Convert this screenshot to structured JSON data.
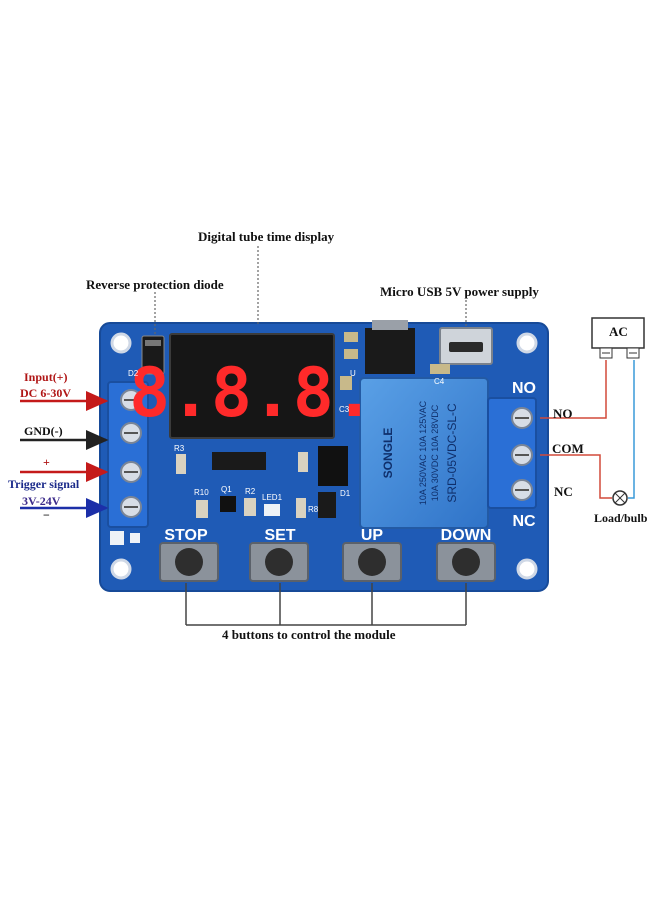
{
  "callouts": {
    "display": "Digital tube time display",
    "diode": "Reverse protection diode",
    "usb": "Micro USB 5V power supply",
    "buttons_note": "4 buttons to control the module"
  },
  "inputs": {
    "input_plus": "Input(+)",
    "dc_range": "DC 6-30V",
    "gnd": "GND(-)",
    "plus_sign": "+",
    "trigger": "Trigger signal",
    "trigger_range": "3V-24V",
    "minus_sign": "−"
  },
  "outputs": {
    "no": "NO",
    "com": "COM",
    "nc": "NC",
    "ac": "AC",
    "load": "Load/bulb"
  },
  "board": {
    "display_digits": "8.8.8.",
    "btn_stop": "STOP",
    "btn_set": "SET",
    "btn_up": "UP",
    "btn_down": "DOWN",
    "terminal_no": "NO",
    "terminal_nc": "NC",
    "relay_brand": "SONGLE",
    "relay_line1": "10A 250VAC  10A 125VAC",
    "relay_line2": "10A 30VDC  10A 28VDC",
    "relay_model": "SRD-05VDC-SL-C",
    "ref_d2": "D2",
    "ref_r3": "R3",
    "ref_r10": "R10",
    "ref_q1": "Q1",
    "ref_r2": "R2",
    "ref_led1": "LED1",
    "ref_r8": "R8",
    "ref_d1": "D1",
    "ref_c3": "C3",
    "ref_c4": "C4",
    "ref_u": "U"
  },
  "colors": {
    "pcb": "#1f5bb6",
    "terminal": "#2a6fd6",
    "relay": "#3c86d8",
    "arrow_red": "#c41a1a",
    "arrow_dark": "#222222",
    "arrow_blue": "#1c2fa8",
    "wire_red": "#d24a3a",
    "wire_blue": "#3a9ad9"
  }
}
